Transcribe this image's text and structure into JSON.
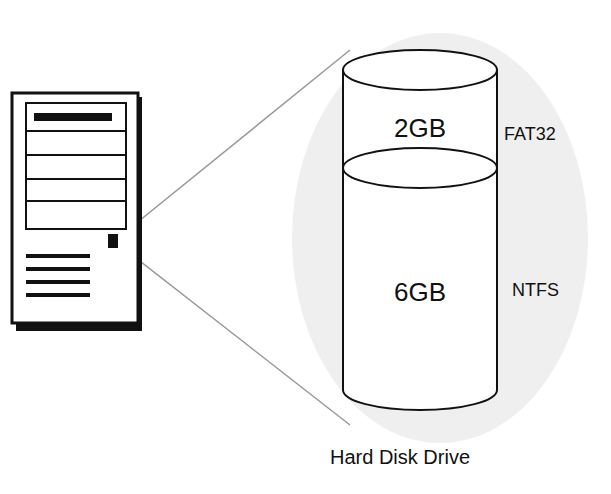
{
  "diagram": {
    "caption": "Hard Disk Drive",
    "nodes": [
      {
        "text": [
          "2GB"
        ]
      },
      {
        "text": [
          "6GB"
        ]
      }
    ],
    "labels": [
      "FAT32",
      "NTFS"
    ]
  }
}
